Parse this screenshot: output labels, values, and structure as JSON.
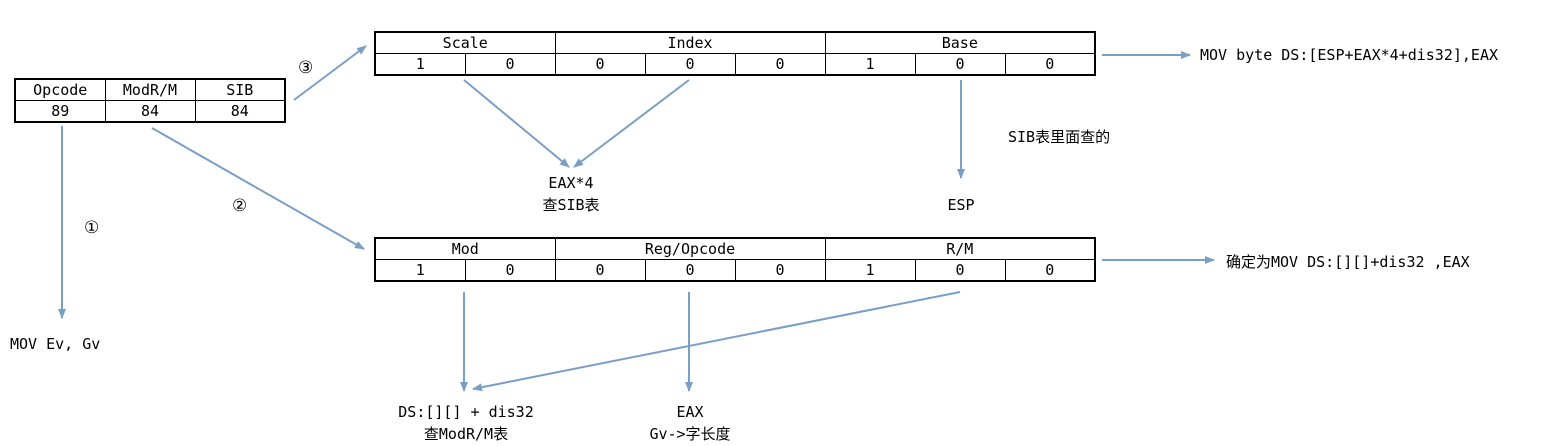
{
  "instruction_table": {
    "headers": [
      "Opcode",
      "ModR/M",
      "SIB"
    ],
    "values": [
      "89",
      "84",
      "84"
    ]
  },
  "sib_table": {
    "headers": [
      {
        "label": "Scale",
        "span": 2
      },
      {
        "label": "Index",
        "span": 3
      },
      {
        "label": "Base",
        "span": 3
      }
    ],
    "bits": [
      "1",
      "0",
      "0",
      "0",
      "0",
      "1",
      "0",
      "0"
    ]
  },
  "modrm_table": {
    "headers": [
      {
        "label": "Mod",
        "span": 2
      },
      {
        "label": "Reg/Opcode",
        "span": 3
      },
      {
        "label": "R/M",
        "span": 3
      }
    ],
    "bits": [
      "1",
      "0",
      "0",
      "0",
      "0",
      "1",
      "0",
      "0"
    ]
  },
  "step_markers": {
    "step1": "①",
    "step2": "②",
    "step3": "③"
  },
  "labels": {
    "opcode_result": "MOV Ev, Gv",
    "sib_result": "MOV byte DS:[ESP+EAX*4+dis32],EAX",
    "modrm_result": "确定为MOV DS:[][]+dis32 ,EAX",
    "sib_note": "SIB表里面查的",
    "scale_index_line1": "EAX*4",
    "scale_index_line2": "查SIB表",
    "base_result": "ESP",
    "mod_rm_line1": "DS:[][] + dis32",
    "mod_rm_line2": "查ModR/M表",
    "reg_line1": "EAX",
    "reg_line2": "Gv->字长度"
  },
  "colors": {
    "arrow": "#7a9fc6",
    "border": "#000000"
  }
}
